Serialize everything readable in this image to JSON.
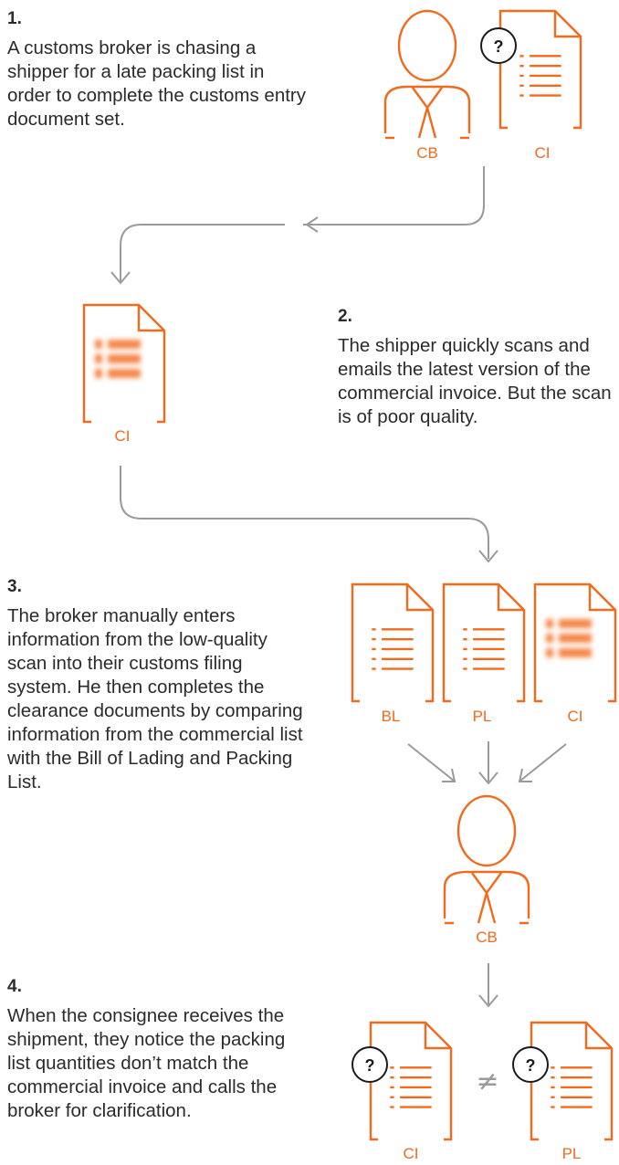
{
  "steps": [
    {
      "number": "1.",
      "text": "A customs broker is chasing a shipper for a late packing list in order to complete the customs entry document set."
    },
    {
      "number": "2.",
      "text": "The shipper quickly scans and emails the latest version of the commercial invoice. But the scan is of poor quality."
    },
    {
      "number": "3.",
      "text": "The broker manually enters information from the low-quality scan into their customs filing system. He then completes the clearance documents by comparing information from the commercial list with the Bill of Lading and Packing List."
    },
    {
      "number": "4.",
      "text": "When the consignee receives the shipment, they notice the packing list quantities don’t match the commercial invoice and calls the broker for clarification."
    }
  ],
  "labels": {
    "broker_top": "CB",
    "invoice_top": "CI",
    "invoice_scan": "CI",
    "bill_of_lading": "BL",
    "packing_list": "PL",
    "invoice_blurred": "CI",
    "broker_middle": "CB",
    "invoice_bottom": "CI",
    "packing_list_bottom": "PL"
  },
  "symbols": {
    "question": "?",
    "not_equal": "≠"
  },
  "colors": {
    "accent": "#f26a1b",
    "arrow": "#9a9a9a",
    "text": "#2b2b2b"
  }
}
